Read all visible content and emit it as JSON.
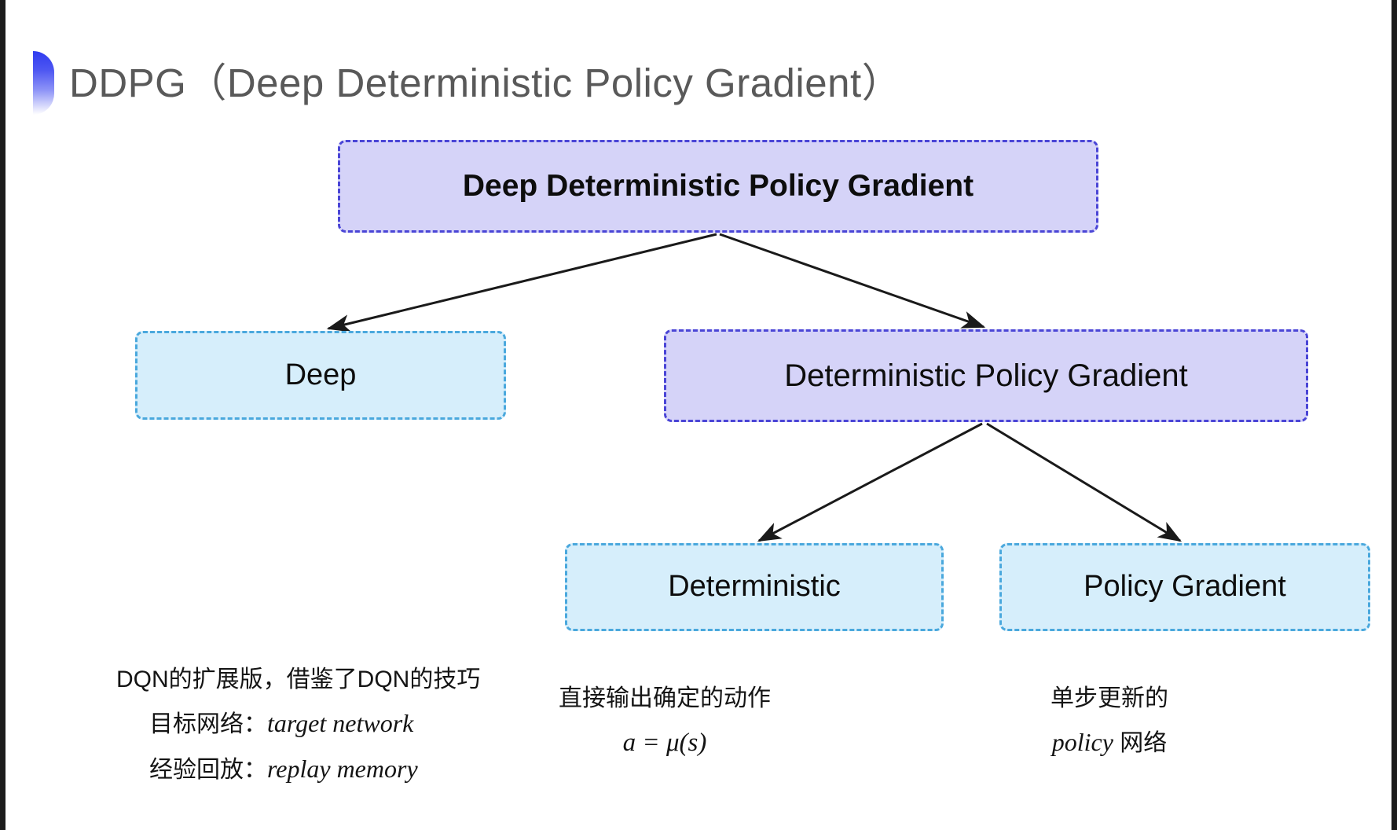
{
  "slide": {
    "title": "DDPG（Deep Deterministic Policy Gradient）",
    "background_color": "#ffffff",
    "accent_color": "#2f3bf0"
  },
  "colors": {
    "purple_fill": "#d5d3f8",
    "purple_border": "#4a45d6",
    "cyan_fill": "#d6eefb",
    "cyan_border": "#4aa8dd",
    "arrow": "#1a1a1a",
    "title_text": "#595959"
  },
  "diagram": {
    "type": "tree",
    "nodes": [
      {
        "id": "root",
        "label": "Deep Deterministic Policy Gradient",
        "style": "purple",
        "level": 0
      },
      {
        "id": "deep",
        "label": "Deep",
        "style": "cyan",
        "level": 1
      },
      {
        "id": "dpg",
        "label": "Deterministic Policy Gradient",
        "style": "purple",
        "level": 1
      },
      {
        "id": "deterministic",
        "label": "Deterministic",
        "style": "cyan",
        "level": 2
      },
      {
        "id": "policy_gradient",
        "label": "Policy Gradient",
        "style": "cyan",
        "level": 2
      }
    ],
    "edges": [
      {
        "from": "root",
        "to": "deep"
      },
      {
        "from": "root",
        "to": "dpg"
      },
      {
        "from": "dpg",
        "to": "deterministic"
      },
      {
        "from": "dpg",
        "to": "policy_gradient"
      }
    ]
  },
  "annotations": {
    "deep": {
      "line_1": "DQN的扩展版，借鉴了DQN的技巧",
      "line_2_label": "目标网络：",
      "line_2_value": "target network",
      "line_3_label": "经验回放：",
      "line_3_value": "replay memory"
    },
    "deterministic": {
      "line_1": "直接输出确定的动作",
      "formula": "a = μ(s)"
    },
    "policy_gradient": {
      "line_1": "单步更新的",
      "line_2_value": "policy",
      "line_2_suffix": " 网络"
    }
  }
}
